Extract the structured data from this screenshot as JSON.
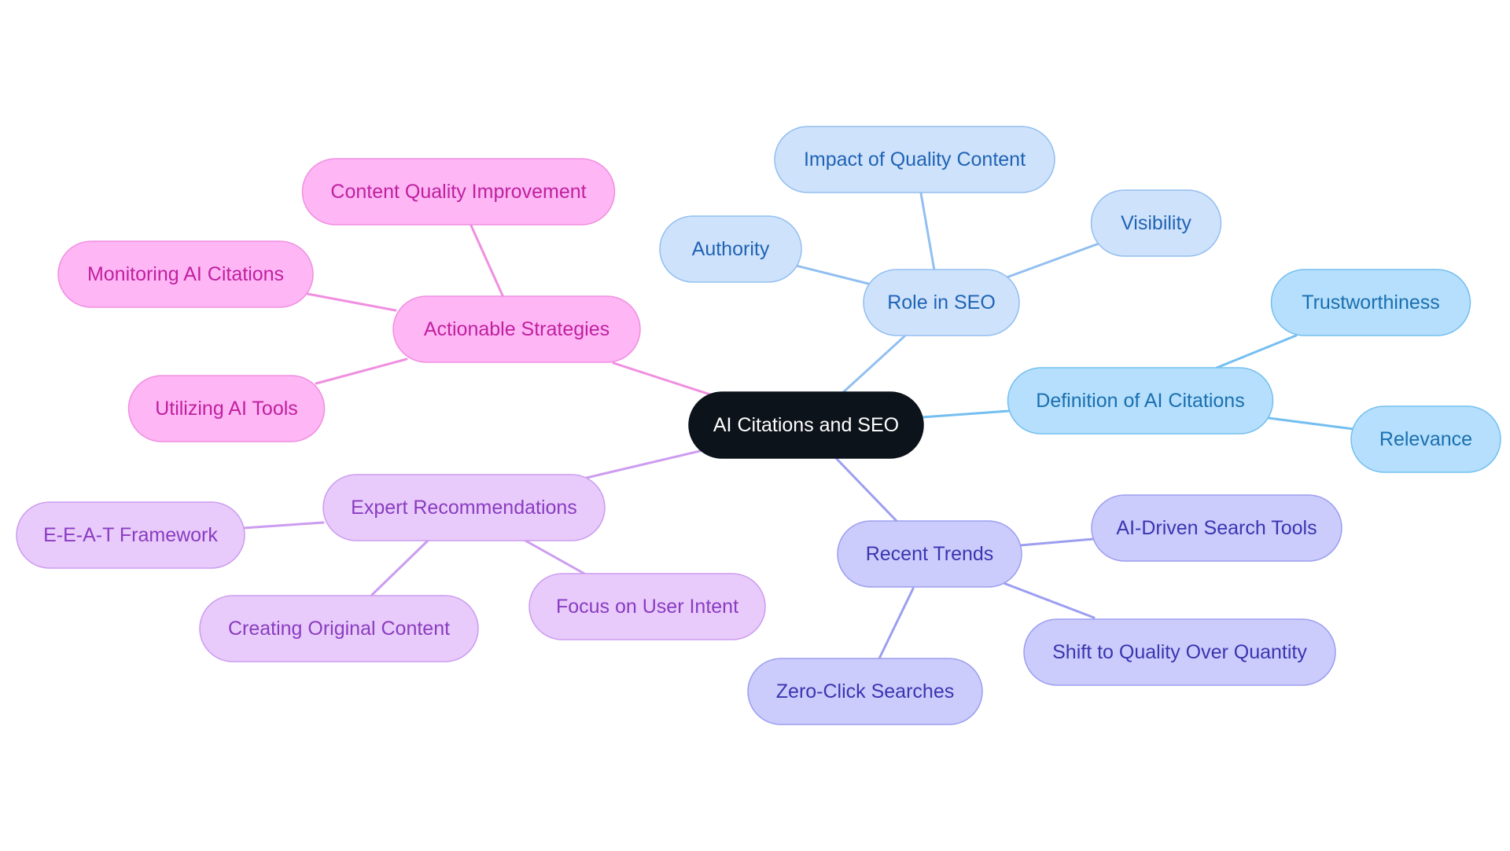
{
  "diagram": {
    "type": "mindmap",
    "center": {
      "id": "center",
      "label": "AI Citations and SEO",
      "colors": {
        "fill": "#0d131b",
        "stroke": "#0d131b",
        "text": "#ffffff"
      }
    },
    "branches": [
      {
        "id": "role",
        "label": "Role in SEO",
        "colors": {
          "fill": "#cfe2fb",
          "stroke": "#92bff0",
          "text": "#1f63b5",
          "line": "#92bff0"
        },
        "children": [
          {
            "id": "impact",
            "label": "Impact of Quality Content"
          },
          {
            "id": "authority",
            "label": "Authority"
          },
          {
            "id": "visibility",
            "label": "Visibility"
          }
        ]
      },
      {
        "id": "definition",
        "label": "Definition of AI Citations",
        "colors": {
          "fill": "#b5dffc",
          "stroke": "#74bff0",
          "text": "#1a6fb0",
          "line": "#74bff0"
        },
        "children": [
          {
            "id": "trust",
            "label": "Trustworthiness"
          },
          {
            "id": "relevance",
            "label": "Relevance"
          }
        ]
      },
      {
        "id": "trends",
        "label": "Recent Trends",
        "colors": {
          "fill": "#cbccfc",
          "stroke": "#9c9ef0",
          "text": "#3a35b0",
          "line": "#9c9ef0"
        },
        "children": [
          {
            "id": "aitools",
            "label": "AI-Driven Search Tools"
          },
          {
            "id": "shift",
            "label": "Shift to Quality Over Quantity"
          },
          {
            "id": "zero",
            "label": "Zero-Click Searches"
          }
        ]
      },
      {
        "id": "expert",
        "label": "Expert Recommendations",
        "colors": {
          "fill": "#e8cbfb",
          "stroke": "#cc9cf0",
          "text": "#8a3cc0",
          "line": "#cc9cf0"
        },
        "children": [
          {
            "id": "eeat",
            "label": "E-E-A-T Framework"
          },
          {
            "id": "original",
            "label": "Creating Original Content"
          },
          {
            "id": "intent",
            "label": "Focus on User Intent"
          }
        ]
      },
      {
        "id": "actionable",
        "label": "Actionable Strategies",
        "colors": {
          "fill": "#feb6f5",
          "stroke": "#f08fe0",
          "text": "#c0209f",
          "line": "#f08fe0"
        },
        "children": [
          {
            "id": "cqi",
            "label": "Content Quality Improvement"
          },
          {
            "id": "monitor",
            "label": "Monitoring AI Citations"
          },
          {
            "id": "utilize",
            "label": "Utilizing AI Tools"
          }
        ]
      }
    ]
  }
}
